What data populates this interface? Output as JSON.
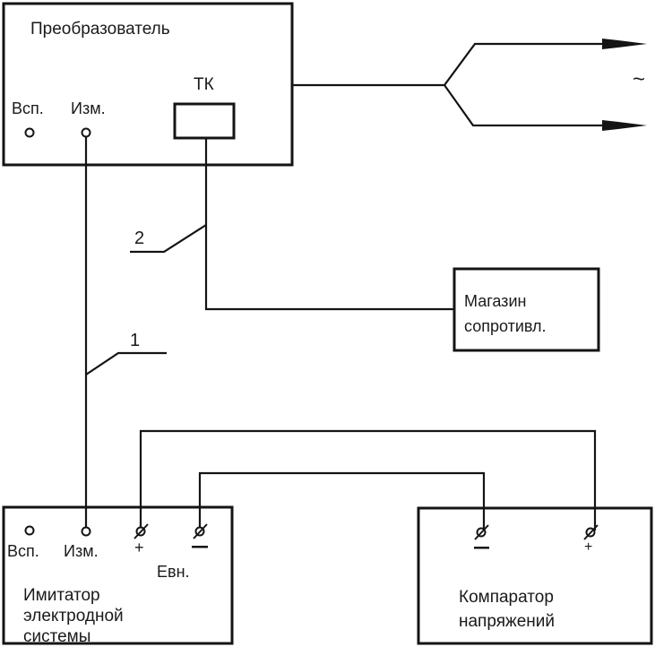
{
  "converter": {
    "title": "Преобразователь",
    "aux_label": "Всп.",
    "meas_label": "Изм.",
    "tk_label": "ТК"
  },
  "ac_symbol": "~",
  "cables": {
    "cable1_label": "1",
    "cable2_label": "2"
  },
  "resistance_box": {
    "line1": "Магазин",
    "line2": "сопротивл."
  },
  "simulator": {
    "aux_label": "Всп.",
    "meas_label": "Изм.",
    "plus_label": "+",
    "minus_label": "−",
    "evn_label": "Евн.",
    "line1": "Имитатор",
    "line2": "электродной",
    "line3": "системы"
  },
  "comparator": {
    "minus_label": "−",
    "plus_label": "+",
    "line1": "Компаратор",
    "line2": "напряжений"
  },
  "colors": {
    "line": "#141414",
    "background": "#ffffff"
  }
}
